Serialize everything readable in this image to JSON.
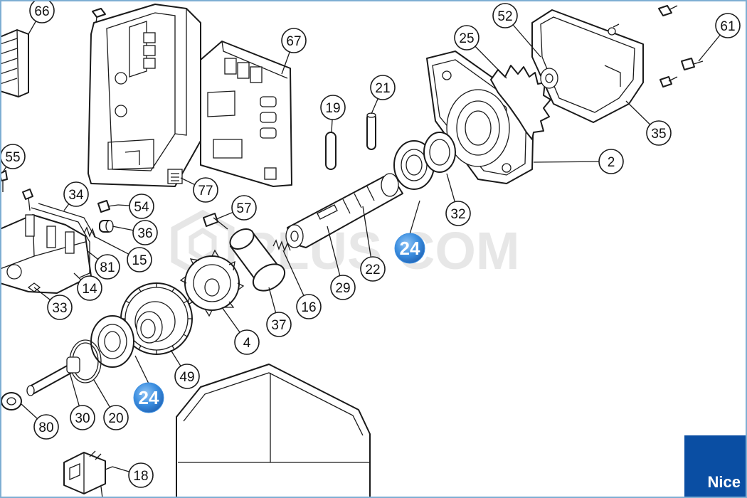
{
  "brand": {
    "logo_text": "Nice",
    "color": "#0a4ea3"
  },
  "watermark": {
    "text": "PLUS COM"
  },
  "highlight_color": "#3d8fe0",
  "callouts": [
    "66",
    "55",
    "34",
    "54",
    "36",
    "15",
    "81",
    "14",
    "33",
    "77",
    "57",
    "4",
    "37",
    "16",
    "29",
    "22",
    "24",
    "49",
    "30",
    "20",
    "80",
    "18",
    "67",
    "19",
    "21",
    "25",
    "52",
    "35",
    "61",
    "2",
    "32"
  ],
  "highlights": [
    "24",
    "24"
  ]
}
